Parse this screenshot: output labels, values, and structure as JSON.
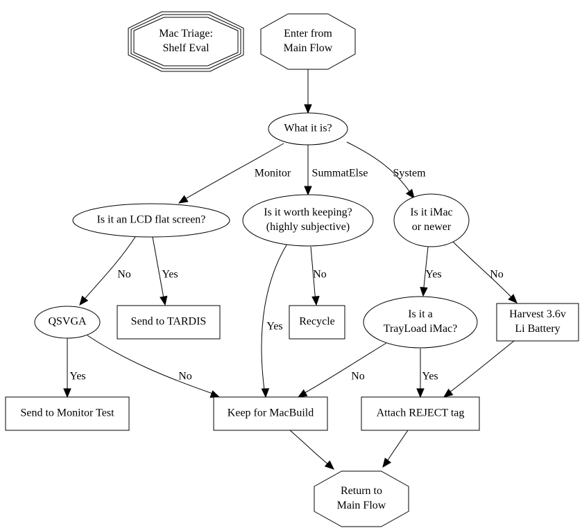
{
  "title": "Mac Triage: Shelf Eval",
  "nodes": {
    "title_node": {
      "lines": [
        "Mac Triage:",
        "Shelf Eval"
      ],
      "shape": "tripleoctagon"
    },
    "enter": {
      "lines": [
        "Enter from",
        "Main Flow"
      ],
      "shape": "octagon"
    },
    "what": {
      "lines": [
        "What it is?"
      ],
      "shape": "ellipse"
    },
    "lcd": {
      "lines": [
        "Is it an LCD flat screen?"
      ],
      "shape": "ellipse"
    },
    "worth": {
      "lines": [
        "Is it worth keeping?",
        "(highly subjective)"
      ],
      "shape": "ellipse"
    },
    "imac": {
      "lines": [
        "Is it iMac",
        "or newer"
      ],
      "shape": "ellipse"
    },
    "qsvga": {
      "lines": [
        "QSVGA"
      ],
      "shape": "ellipse"
    },
    "tardis": {
      "lines": [
        "Send to TARDIS"
      ],
      "shape": "box"
    },
    "recycle": {
      "lines": [
        "Recycle"
      ],
      "shape": "box"
    },
    "trayload": {
      "lines": [
        "Is it a",
        "TrayLoad iMac?"
      ],
      "shape": "ellipse"
    },
    "harvest": {
      "lines": [
        "Harvest 3.6v",
        "Li Battery"
      ],
      "shape": "box"
    },
    "monitortest": {
      "lines": [
        "Send to Monitor Test"
      ],
      "shape": "box"
    },
    "keep": {
      "lines": [
        "Keep for MacBuild"
      ],
      "shape": "box"
    },
    "reject": {
      "lines": [
        "Attach REJECT tag"
      ],
      "shape": "box"
    },
    "return": {
      "lines": [
        "Return to",
        "Main Flow"
      ],
      "shape": "octagon"
    }
  },
  "edges": [
    {
      "from": "enter",
      "to": "what",
      "label": ""
    },
    {
      "from": "what",
      "to": "lcd",
      "label": "Monitor"
    },
    {
      "from": "what",
      "to": "worth",
      "label": "SummatElse"
    },
    {
      "from": "what",
      "to": "imac",
      "label": "System"
    },
    {
      "from": "lcd",
      "to": "qsvga",
      "label": "No"
    },
    {
      "from": "lcd",
      "to": "tardis",
      "label": "Yes"
    },
    {
      "from": "worth",
      "to": "keep",
      "label": "Yes"
    },
    {
      "from": "worth",
      "to": "recycle",
      "label": "No"
    },
    {
      "from": "imac",
      "to": "trayload",
      "label": "Yes"
    },
    {
      "from": "imac",
      "to": "harvest",
      "label": "No"
    },
    {
      "from": "qsvga",
      "to": "monitortest",
      "label": "Yes"
    },
    {
      "from": "qsvga",
      "to": "keep",
      "label": "No"
    },
    {
      "from": "trayload",
      "to": "keep",
      "label": "No"
    },
    {
      "from": "trayload",
      "to": "reject",
      "label": "Yes"
    },
    {
      "from": "harvest",
      "to": "reject",
      "label": ""
    },
    {
      "from": "keep",
      "to": "return",
      "label": ""
    },
    {
      "from": "reject",
      "to": "return",
      "label": ""
    }
  ]
}
